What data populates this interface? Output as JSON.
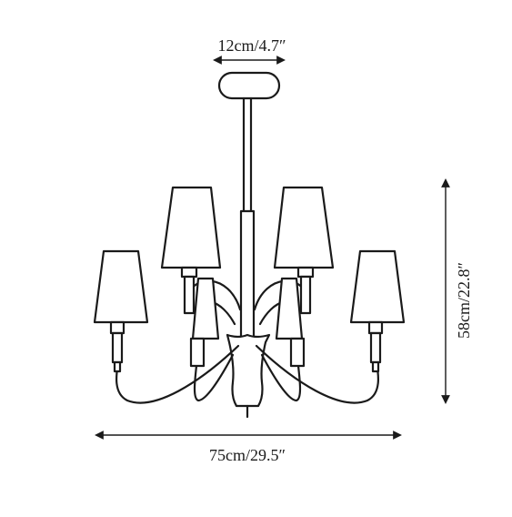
{
  "dimensions": {
    "canopy_width": "12cm/4.7″",
    "overall_width": "75cm/29.5″",
    "overall_height": "58cm/22.8″"
  },
  "product": {
    "fixture": "chandelier",
    "arm_count": 6,
    "shade_count": 6
  }
}
